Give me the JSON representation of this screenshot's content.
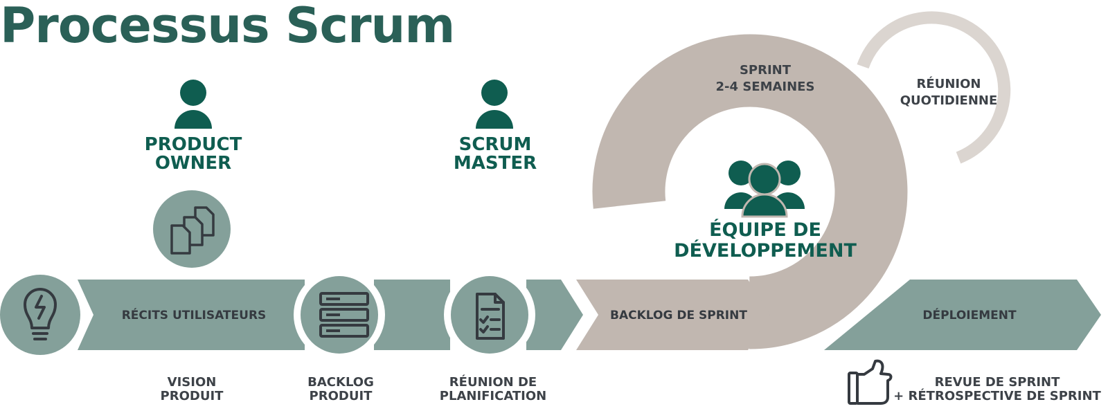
{
  "title": "Processus Scrum",
  "colors": {
    "teal_dark": "#0f5d50",
    "teal_light": "#84a09a",
    "taupe": "#c1b7b0",
    "taupe_light": "#dbd5d0",
    "text_dark": "#353a40"
  },
  "roles": {
    "product_owner": [
      "PRODUCT",
      "OWNER"
    ],
    "scrum_master": [
      "SCRUM",
      "MASTER"
    ],
    "dev_team": [
      "ÉQUIPE DE",
      "DÉVELOPPEMENT"
    ]
  },
  "stages": {
    "user_stories": "RÉCITS UTILISATEURS",
    "sprint_backlog": "BACKLOG DE SPRINT",
    "deployment": "DÉPLOIEMENT"
  },
  "captions": {
    "vision": [
      "VISION",
      "PRODUIT"
    ],
    "product_backlog": [
      "BACKLOG",
      "PRODUIT"
    ],
    "planning": [
      "RÉUNION DE",
      "PLANIFICATION"
    ],
    "review": [
      "REVUE DE SPRINT",
      "+ RÉTROSPECTIVE DE SPRINT"
    ]
  },
  "sprint": [
    "SPRINT",
    "2-4 SEMAINES"
  ],
  "daily": [
    "RÉUNION",
    "QUOTIDIENNE"
  ],
  "icons": [
    "lightbulb-icon",
    "documents-icon",
    "list-icon",
    "checklist-icon",
    "person-icon",
    "team-icon",
    "thumbs-up-icon"
  ]
}
